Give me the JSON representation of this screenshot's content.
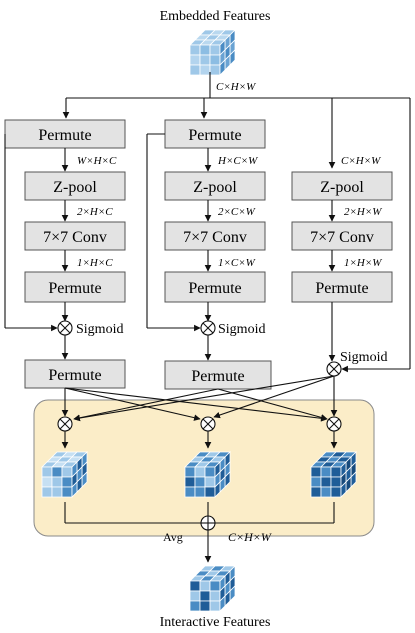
{
  "top_label": "Embedded Features",
  "bottom_label": "Interactive Features",
  "top_dim": "C×H×W",
  "permute_label": "Permute",
  "zpool_label": "Z-pool",
  "conv_label": "7×7 Conv",
  "sigmoid_label": "Sigmoid",
  "avg_label": "Avg",
  "output_dim": "C×H×W",
  "branches": [
    {
      "in_dim": "W×H×C",
      "pool_dim": "2×H×C",
      "conv_dim": "1×H×C"
    },
    {
      "in_dim": "H×C×W",
      "pool_dim": "2×C×W",
      "conv_dim": "1×C×W"
    },
    {
      "in_dim": "C×H×W",
      "pool_dim": "2×H×W",
      "conv_dim": "1×H×W"
    }
  ],
  "colors": {
    "box_fill": "#e3e3e3",
    "fusion_panel": "#fbedc8",
    "cube_light": "#9fc8e8",
    "cube_mid": "#4a8cc4",
    "cube_dark": "#1f5d98"
  }
}
